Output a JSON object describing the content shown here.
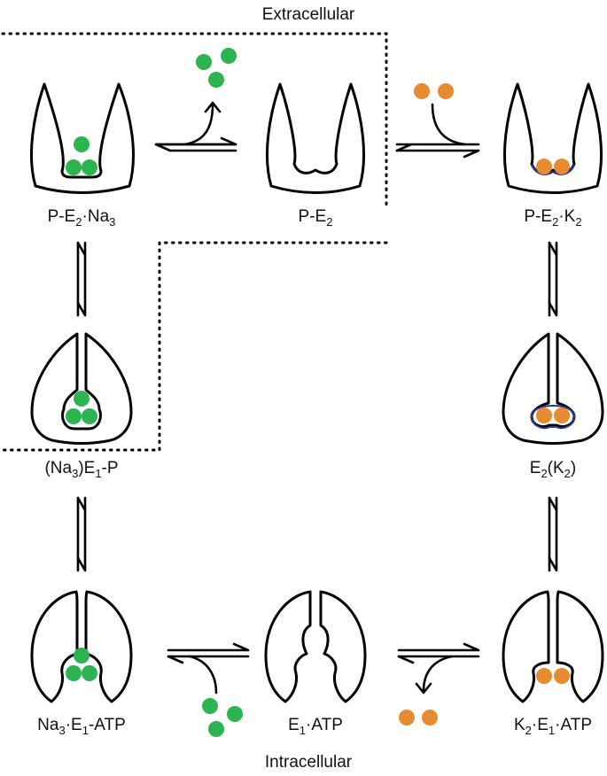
{
  "colors": {
    "sodium": "#2db350",
    "potassium": "#e88a2f",
    "k_site": "#2b3a8c"
  },
  "regions": {
    "extracellular": "Extracellular",
    "intracellular": "Intracellular"
  },
  "states": {
    "p_e2_na3": {
      "base": "P-E",
      "sub1": "2",
      "mid": "·Na",
      "sub2": "3",
      "tail": ""
    },
    "p_e2": {
      "base": "P-E",
      "sub1": "2",
      "mid": "",
      "sub2": "",
      "tail": ""
    },
    "p_e2_k2": {
      "base": "P-E",
      "sub1": "2",
      "mid": "·K",
      "sub2": "2",
      "tail": ""
    },
    "na3_e1_p": {
      "base": "(Na",
      "sub1": "3",
      "mid": ")E",
      "sub2": "1",
      "tail": "-P"
    },
    "e2_k2": {
      "base": "E",
      "sub1": "2",
      "mid": "(K",
      "sub2": "2",
      "tail": ")"
    },
    "na3_e1_atp": {
      "base": "Na",
      "sub1": "3",
      "mid": "·E",
      "sub2": "1",
      "tail": "-ATP"
    },
    "e1_atp": {
      "base": "E",
      "sub1": "1",
      "mid": "·ATP",
      "sub2": "",
      "tail": ""
    },
    "k2_e1_atp": {
      "base": "K",
      "sub1": "2",
      "mid": "·E",
      "sub2": "1",
      "tail": "·ATP"
    }
  }
}
